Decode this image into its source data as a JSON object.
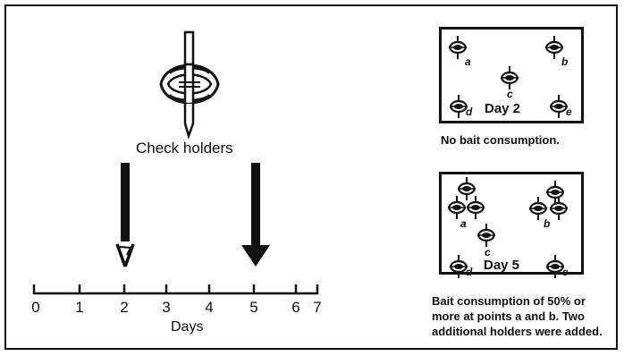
{
  "diagram": {
    "holder_label": "Check holders",
    "axis": {
      "title": "Days",
      "ticks": [
        "0",
        "1",
        "2",
        "3",
        "4",
        "5",
        "6",
        "7"
      ]
    },
    "check_days": [
      2,
      5
    ],
    "panel_day2": {
      "day_label": "Day 2",
      "point_labels": [
        "a",
        "b",
        "c",
        "d",
        "e"
      ],
      "caption": "No bait consumption."
    },
    "panel_day5": {
      "day_label": "Day 5",
      "point_labels": [
        "a",
        "b",
        "c",
        "d",
        "e"
      ],
      "caption_lines": [
        "Bait consumption of 50% or",
        "more at points a and b.  Two",
        "additional holders were added."
      ]
    }
  }
}
